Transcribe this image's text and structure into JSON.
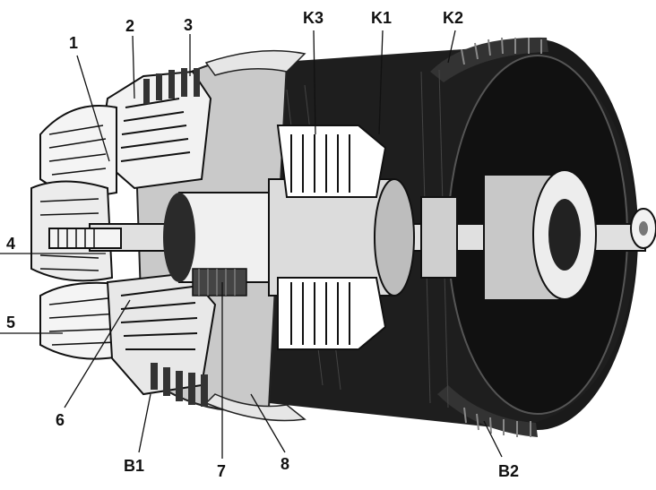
{
  "figure": {
    "subject": "cutaway view of an automatic transmission planetary gearset assembly",
    "colors": {
      "ink": "#111111",
      "dark": "#1a1a1a",
      "mid": "#6b6b6b",
      "light": "#d9d9d9",
      "paper": "#ffffff"
    }
  },
  "labels": {
    "l1": "1",
    "l2": "2",
    "l3": "3",
    "l4": "4",
    "l5": "5",
    "l6": "6",
    "l7": "7",
    "l8": "8",
    "k1": "K1",
    "k2": "K2",
    "k3": "K3",
    "b1": "B1",
    "b2": "B2"
  }
}
